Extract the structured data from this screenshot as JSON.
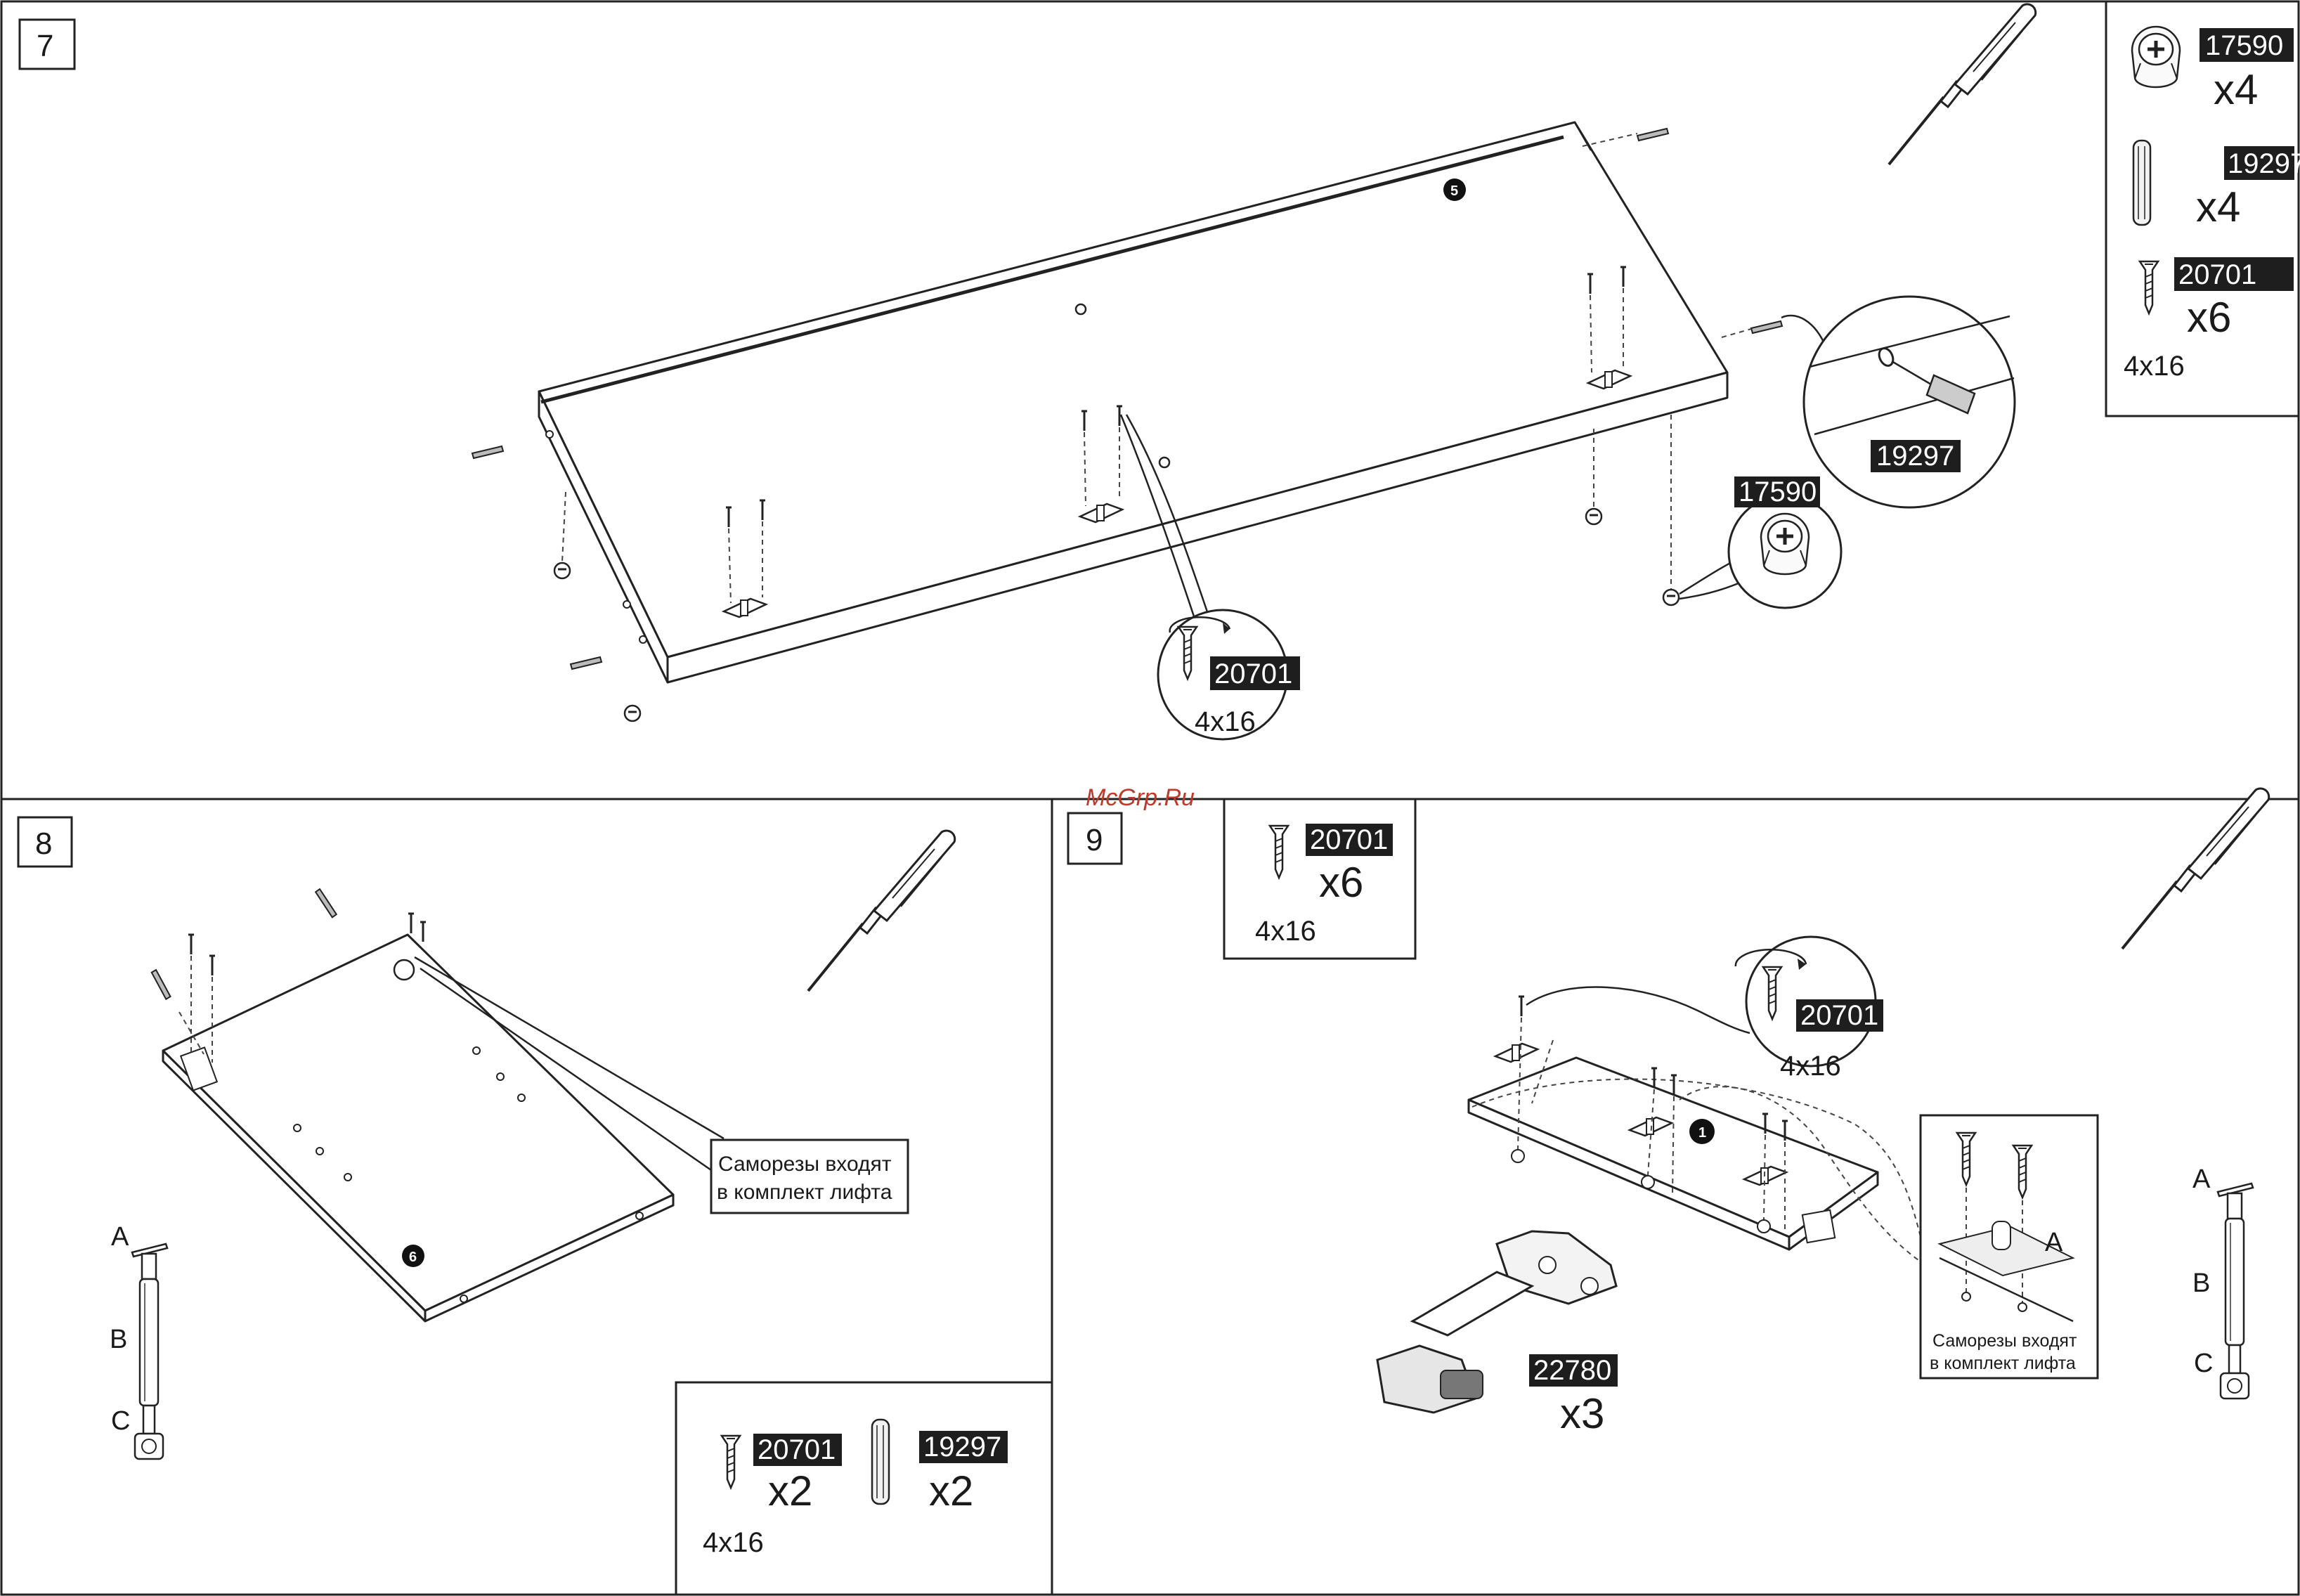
{
  "watermark": "McGrp.Ru",
  "parts": {
    "cam": "17590",
    "dowel": "19297",
    "screw": "20701",
    "hinge": "22780",
    "screw_size": "4x16"
  },
  "step7": {
    "number": "7",
    "panel_marker": "5",
    "inventory": {
      "cam_qty": "x4",
      "dowel_qty": "x4",
      "screw_qty": "x6"
    }
  },
  "step8": {
    "number": "8",
    "panel_marker": "6",
    "note_line1": "Саморезы входят",
    "note_line2": "в комплект лифта",
    "lift_labels": {
      "a": "A",
      "b": "B",
      "c": "C"
    },
    "inventory": {
      "screw_qty": "x2",
      "dowel_qty": "x2"
    }
  },
  "step9": {
    "number": "9",
    "panel_marker": "1",
    "inventory": {
      "screw_qty": "x6"
    },
    "hinge_qty": "x3",
    "detail_letter": "A",
    "note_line1": "Саморезы входят",
    "note_line2": "в комплект лифта",
    "lift_labels": {
      "a": "A",
      "b": "B",
      "c": "C"
    }
  }
}
